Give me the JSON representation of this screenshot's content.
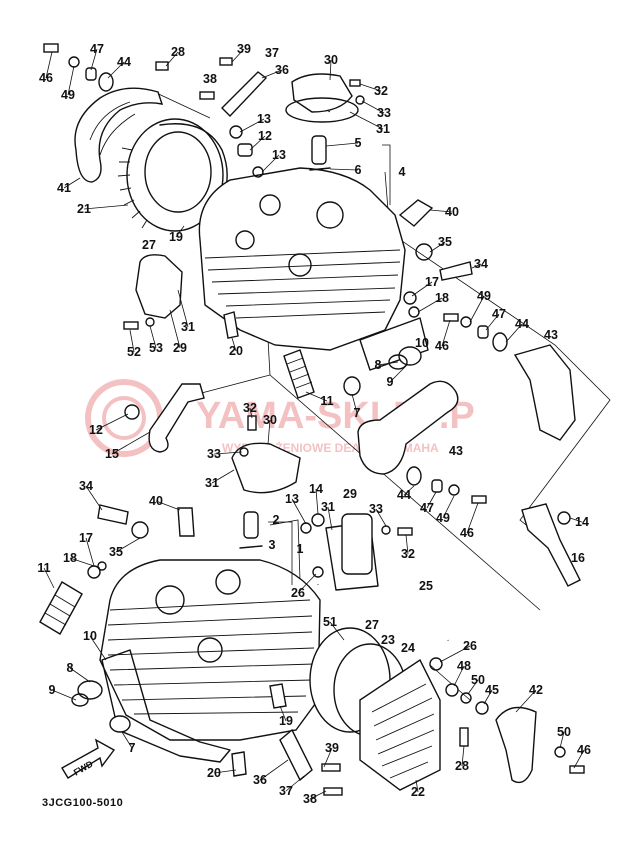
{
  "diagram_code": "3JCG100-5010",
  "fwd_label": "FWD",
  "watermark": {
    "brand": "YAMA-SKLEP.P",
    "tagline": "WYPOSAŻENIOWE DEALER YAMAHA",
    "color": "#d9262c"
  },
  "callouts": [
    {
      "id": "c46a",
      "text": "46"
    },
    {
      "id": "c49a",
      "text": "49"
    },
    {
      "id": "c47a",
      "text": "47"
    },
    {
      "id": "c44a",
      "text": "44"
    },
    {
      "id": "c28a",
      "text": "28"
    },
    {
      "id": "c39a",
      "text": "39"
    },
    {
      "id": "c37a",
      "text": "37"
    },
    {
      "id": "c38a",
      "text": "38"
    },
    {
      "id": "c36a",
      "text": "36"
    },
    {
      "id": "c30a",
      "text": "30"
    },
    {
      "id": "c32a",
      "text": "32"
    },
    {
      "id": "c33a",
      "text": "33"
    },
    {
      "id": "c31a",
      "text": "31"
    },
    {
      "id": "c13a",
      "text": "13"
    },
    {
      "id": "c12a",
      "text": "12"
    },
    {
      "id": "c13b",
      "text": "13"
    },
    {
      "id": "c5a",
      "text": "5"
    },
    {
      "id": "c6a",
      "text": "6"
    },
    {
      "id": "c4a",
      "text": "4"
    },
    {
      "id": "c41a",
      "text": "41"
    },
    {
      "id": "c21a",
      "text": "21"
    },
    {
      "id": "c19a",
      "text": "19"
    },
    {
      "id": "c27a",
      "text": "27"
    },
    {
      "id": "c40a",
      "text": "40"
    },
    {
      "id": "c35a",
      "text": "35"
    },
    {
      "id": "c34a",
      "text": "34"
    },
    {
      "id": "c17a",
      "text": "17"
    },
    {
      "id": "c18a",
      "text": "18"
    },
    {
      "id": "c49b",
      "text": "49"
    },
    {
      "id": "c47b",
      "text": "47"
    },
    {
      "id": "c44b",
      "text": "44"
    },
    {
      "id": "c43a",
      "text": "43"
    },
    {
      "id": "c46b",
      "text": "46"
    },
    {
      "id": "c10a",
      "text": "10"
    },
    {
      "id": "c52a",
      "text": "52"
    },
    {
      "id": "c53a",
      "text": "53"
    },
    {
      "id": "c29a",
      "text": "29"
    },
    {
      "id": "c31b",
      "text": "31"
    },
    {
      "id": "c20a",
      "text": "20"
    },
    {
      "id": "c8a",
      "text": "8"
    },
    {
      "id": "c9a",
      "text": "9"
    },
    {
      "id": "c7a",
      "text": "7"
    },
    {
      "id": "c11a",
      "text": "11"
    },
    {
      "id": "c32b",
      "text": "32"
    },
    {
      "id": "c30b",
      "text": "30"
    },
    {
      "id": "c12b",
      "text": "12"
    },
    {
      "id": "c15a",
      "text": "15"
    },
    {
      "id": "c33b",
      "text": "33"
    },
    {
      "id": "c43b",
      "text": "43"
    },
    {
      "id": "c31c",
      "text": "31"
    },
    {
      "id": "c34b",
      "text": "34"
    },
    {
      "id": "c40b",
      "text": "40"
    },
    {
      "id": "c2a",
      "text": "2"
    },
    {
      "id": "c13c",
      "text": "13"
    },
    {
      "id": "c14a",
      "text": "14"
    },
    {
      "id": "c31d",
      "text": "31"
    },
    {
      "id": "c29b",
      "text": "29"
    },
    {
      "id": "c33c",
      "text": "33"
    },
    {
      "id": "c44c",
      "text": "44"
    },
    {
      "id": "c47c",
      "text": "47"
    },
    {
      "id": "c49c",
      "text": "49"
    },
    {
      "id": "c46c",
      "text": "46"
    },
    {
      "id": "c14b",
      "text": "14"
    },
    {
      "id": "c16a",
      "text": "16"
    },
    {
      "id": "c3a",
      "text": "3"
    },
    {
      "id": "c1a",
      "text": "1"
    },
    {
      "id": "c35b",
      "text": "35"
    },
    {
      "id": "c17b",
      "text": "17"
    },
    {
      "id": "c18b",
      "text": "18"
    },
    {
      "id": "c32c",
      "text": "32"
    },
    {
      "id": "c26a",
      "text": "26"
    },
    {
      "id": "c25a",
      "text": "25"
    },
    {
      "id": "c11b",
      "text": "11"
    },
    {
      "id": "c10b",
      "text": "10"
    },
    {
      "id": "c51a",
      "text": "51"
    },
    {
      "id": "c27b",
      "text": "27"
    },
    {
      "id": "c23a",
      "text": "23"
    },
    {
      "id": "c24a",
      "text": "24"
    },
    {
      "id": "c26b",
      "text": "26"
    },
    {
      "id": "c8b",
      "text": "8"
    },
    {
      "id": "c48a",
      "text": "48"
    },
    {
      "id": "c50a",
      "text": "50"
    },
    {
      "id": "c45a",
      "text": "45"
    },
    {
      "id": "c42a",
      "text": "42"
    },
    {
      "id": "c9b",
      "text": "9"
    },
    {
      "id": "c7b",
      "text": "7"
    },
    {
      "id": "c19b",
      "text": "19"
    },
    {
      "id": "c39b",
      "text": "39"
    },
    {
      "id": "c50b",
      "text": "50"
    },
    {
      "id": "c46d",
      "text": "46"
    },
    {
      "id": "c20b",
      "text": "20"
    },
    {
      "id": "c36b",
      "text": "36"
    },
    {
      "id": "c37b",
      "text": "37"
    },
    {
      "id": "c38b",
      "text": "38"
    },
    {
      "id": "c28b",
      "text": "28"
    },
    {
      "id": "c22a",
      "text": "22"
    }
  ]
}
